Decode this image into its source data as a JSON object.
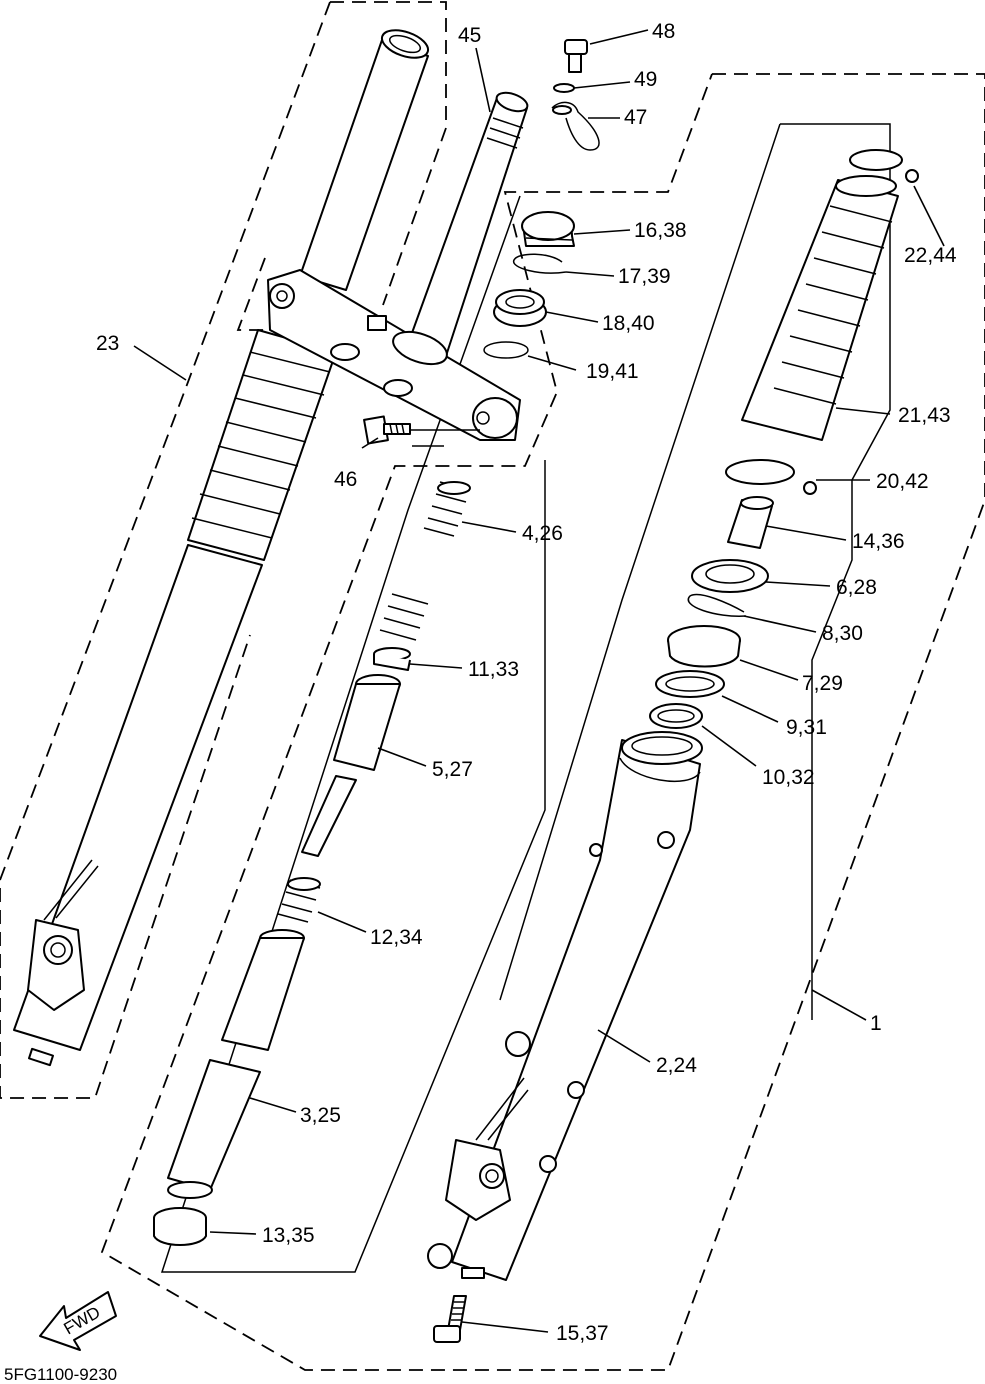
{
  "diagram": {
    "code": "5FG1100-9230",
    "fwd_arrow_label": "FWD",
    "labels": {
      "p48": "48",
      "p49": "49",
      "p47": "47",
      "p45": "45",
      "p16_38": "16,38",
      "p17_39": "17,39",
      "p18_40": "18,40",
      "p19_41": "19,41",
      "p22_44": "22,44",
      "p21_43": "21,43",
      "p20_42": "20,42",
      "p14_36": "14,36",
      "p6_28": "6,28",
      "p8_30": "8,30",
      "p7_29": "7,29",
      "p9_31": "9,31",
      "p10_32": "10,32",
      "p23": "23",
      "p46": "46",
      "p4_26": "4,26",
      "p11_33": "11,33",
      "p5_27": "5,27",
      "p12_34": "12,34",
      "p3_25": "3,25",
      "p13_35": "13,35",
      "p2_24": "2,24",
      "p1": "1",
      "p15_37": "15,37"
    }
  }
}
